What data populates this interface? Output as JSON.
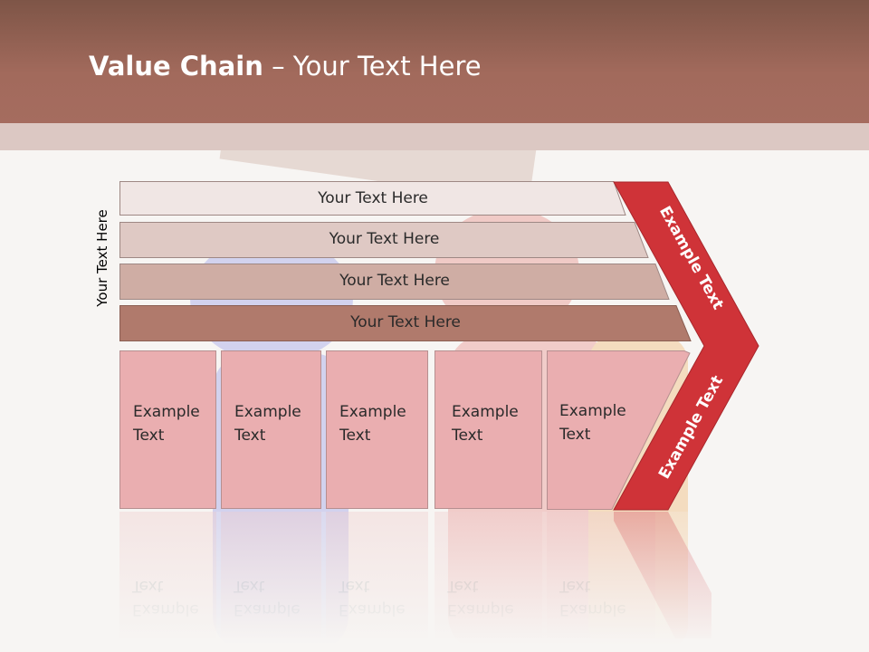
{
  "title": {
    "bold": "Value Chain",
    "rest": " – Your Text Here"
  },
  "vertical_label": "Your Text Here",
  "rows": [
    {
      "label": "Your Text Here",
      "fill": "#f0e6e4"
    },
    {
      "label": "Your Text Here",
      "fill": "#dfc9c4"
    },
    {
      "label": "Your Text Here",
      "fill": "#cfada4"
    },
    {
      "label": "Your Text Here",
      "fill": "#b07a6c"
    }
  ],
  "boxes": [
    {
      "line1": "Example",
      "line2": "Text"
    },
    {
      "line1": "Example",
      "line2": "Text"
    },
    {
      "line1": "Example",
      "line2": "Text"
    },
    {
      "line1": "Example",
      "line2": "Text"
    },
    {
      "line1": "Example",
      "line2": "Text"
    }
  ],
  "chevron": {
    "upper": "Example Text",
    "lower": "Example Text",
    "color": "#cf3338"
  }
}
